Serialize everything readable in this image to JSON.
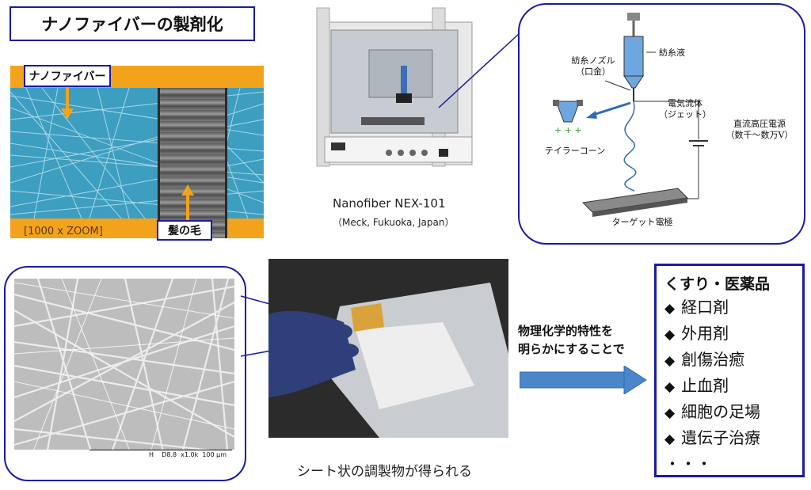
{
  "title": "ナノファイバーの製剤化",
  "sem1": {
    "label_nanofiber": "ナノファイバー",
    "label_hair": "髪の毛",
    "zoom": "[1000 x ZOOM]"
  },
  "device": {
    "caption": "Nanofiber NEX-101",
    "subcaption": "（Meck, Fukuoka, Japan）"
  },
  "diagram": {
    "solution": "紡糸液",
    "nozzle": "紡糸ノズル\n（口金）",
    "jet": "電気流体\n（ジェット）",
    "power": "直流高圧電源\n（数千～数万V）",
    "cone": "テイラーコーン",
    "target": "ターゲット電極"
  },
  "sem2": {
    "scale_text": "H    D8.8  x1.0k  100 μm"
  },
  "hand_caption": "シート状の調製物が得られる",
  "arrow_text": "物理化学的特性を\n明らかにすることで",
  "medicine": {
    "title": "くすり・医薬品",
    "bullet": "◆",
    "items": [
      "経口剤",
      "外用剤",
      "創傷治癒",
      "止血剤",
      "細胞の足場",
      "遺伝子治療"
    ],
    "more": "・・・"
  },
  "colors": {
    "accent_blue": "#1a1aa8",
    "orange": "#f3a21c",
    "arrow": "#4a86c8"
  }
}
